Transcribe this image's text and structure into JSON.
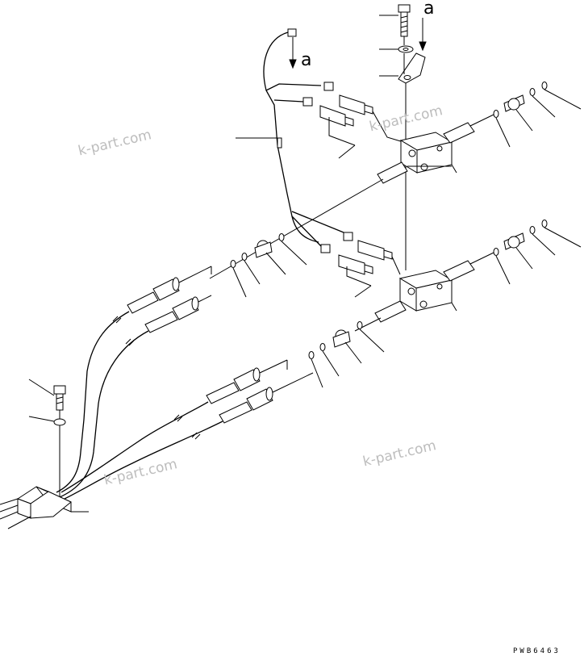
{
  "view_labels": [
    "a",
    "a"
  ],
  "watermarks": [
    "k-part.com",
    "k-part.com",
    "k-part.com",
    "k-part.com"
  ],
  "figure_code": "PWB6463"
}
